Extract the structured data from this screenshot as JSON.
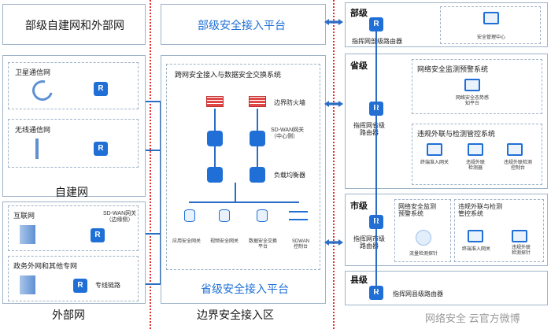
{
  "left": {
    "top_title": "部级自建网和外部网",
    "satellite": "卫星通信网",
    "wireless": "无线通信网",
    "self_built": "自建网",
    "internet": "互联网",
    "sdwan_edge": "SD-WAN网关\n（边缘侧）",
    "govnet": "政务外网和其他专网",
    "dedicated_link": "专线链路",
    "external": "外部网"
  },
  "middle": {
    "top_title": "部级安全接入平台",
    "exchange_system": "跨网安全接入与数据安全交换系统",
    "firewall": "边界防火墙",
    "sdwan_center": "SD-WAN网关\n（中心侧）",
    "load_balancer": "负载均衡器",
    "gw1": "应用安全网关",
    "gw2": "视频安全网关",
    "gw3": "数据安全交换\n平台",
    "gw4": "SDWAN\n控制台",
    "provincial_platform": "省级安全接入平台",
    "bottom_label": "边界安全接入区"
  },
  "right": {
    "ministry": "部级",
    "ministry_router": "指挥网部级路由器",
    "security_center": "安全管理中心",
    "province": "省级",
    "monitor_system": "网络安全监测预警系统",
    "situation": "网络安全态势感\n知平台",
    "province_router": "指挥网省级\n路由器",
    "violation_system": "违规外联与检测管控系统",
    "terminal_access": "终端准入网关",
    "violation_detector": "违规外联\n检测器",
    "violation_console": "违规外联检测\n控制台",
    "city": "市级",
    "city_monitor": "网络安全监测\n预警系统",
    "city_violation": "违规外联与检测\n管控系统",
    "traffic_probe": "流量检测探针",
    "city_terminal": "终端准入网关",
    "city_detector": "违规外联\n检测探针",
    "city_router": "指挥网市级\n路由器",
    "county": "县级",
    "county_router": "指挥网县级路由器"
  },
  "watermark": "网络安全 云官方微博"
}
